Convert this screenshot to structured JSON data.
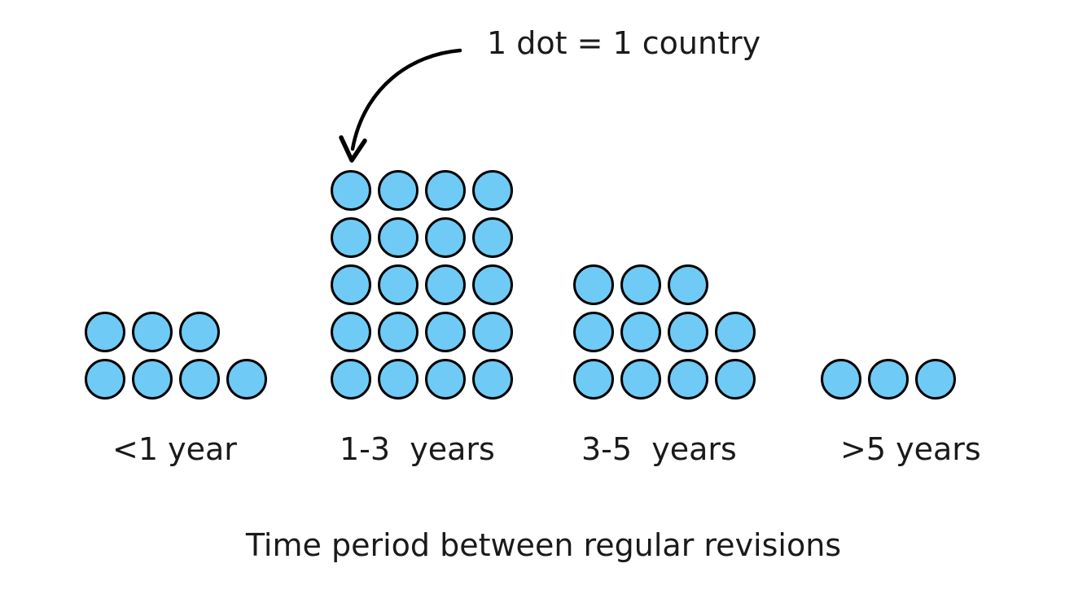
{
  "chart_data": {
    "type": "bar",
    "chart_style": "dot-plot-isotype",
    "title": "",
    "xlabel": "Time period between regular revisions",
    "ylabel": "",
    "categories": [
      "<1 year",
      "1-3  years",
      "3-5  years",
      ">5 years"
    ],
    "values": [
      7,
      20,
      11,
      3
    ],
    "unit": "1 dot = 1 country",
    "dots_per_row_max": 4,
    "rows_bottom_up": [
      [
        4,
        3
      ],
      [
        4,
        4,
        4,
        4,
        4
      ],
      [
        4,
        4,
        3
      ],
      [
        3
      ]
    ],
    "grid": false,
    "legend": "none",
    "dot_color": "#6FCBF5",
    "dot_stroke": "#000000",
    "background": "#ffffff",
    "annotation": {
      "text": "1 dot = 1 country",
      "points_to": "first dot of 1-3 years group"
    }
  },
  "caption": {
    "text": "Time period between regular revisions"
  },
  "annotation": {
    "label": "1 dot = 1 country"
  },
  "groups": [
    {
      "label": "<1 year",
      "count": 7,
      "rows_bottom_up": [
        4,
        3
      ]
    },
    {
      "label": "1-3  years",
      "count": 20,
      "rows_bottom_up": [
        4,
        4,
        4,
        4,
        4
      ]
    },
    {
      "label": "3-5  years",
      "count": 11,
      "rows_bottom_up": [
        4,
        4,
        3
      ]
    },
    {
      "label": ">5 years",
      "count": 3,
      "rows_bottom_up": [
        3
      ]
    }
  ]
}
